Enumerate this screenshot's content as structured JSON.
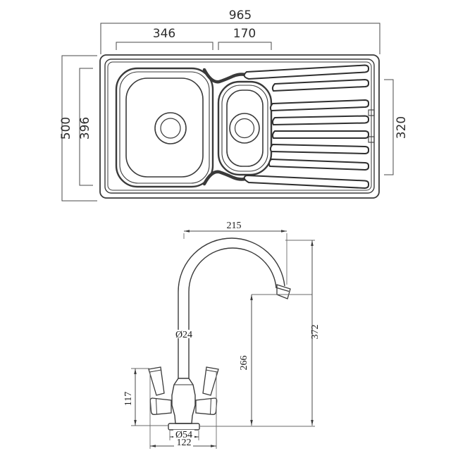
{
  "sink": {
    "overall_width": "965",
    "main_bowl_width": "346",
    "half_bowl_width": "170",
    "overall_depth": "500",
    "bowl_depth": "396",
    "drainer_depth": "320"
  },
  "tap": {
    "spout_reach": "215",
    "overall_height": "372",
    "spout_outlet_height": "266",
    "handle_height": "117",
    "spout_diameter": "Ø24",
    "base_diameter": "Ø54",
    "handle_span": "122"
  },
  "colors": {
    "line": "#3a3a3a",
    "dimension": "#4a4a4a",
    "background": "#ffffff"
  }
}
